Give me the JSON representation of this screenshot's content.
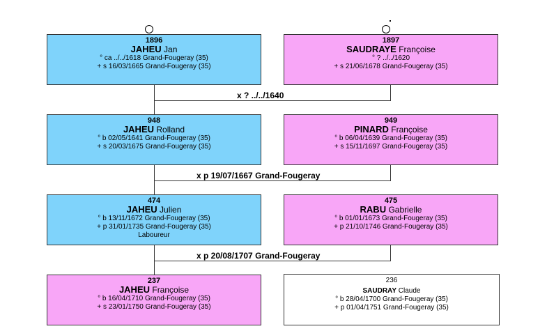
{
  "persons": {
    "p1896": {
      "num": "1896",
      "surname": "JAHEU",
      "given": "Jan",
      "l1": "° ca ../../1618 Grand-Fougeray (35)",
      "l2": "+ s 16/03/1665 Grand-Fougeray (35)"
    },
    "p1897": {
      "num": "1897",
      "surname": "SAUDRAYE",
      "given": "Françoise",
      "l1": "° ? ../../1620",
      "l2": "+ s 21/06/1678 Grand-Fougeray (35)"
    },
    "p948": {
      "num": "948",
      "surname": "JAHEU",
      "given": "Rolland",
      "l1": "° b 02/05/1641 Grand-Fougeray (35)",
      "l2": "+ s 20/03/1675 Grand-Fougeray (35)"
    },
    "p949": {
      "num": "949",
      "surname": "PINARD",
      "given": "Françoise",
      "l1": "° b 06/04/1639 Grand-Fougeray (35)",
      "l2": "+ s 15/11/1697 Grand-Fougeray (35)"
    },
    "p474": {
      "num": "474",
      "surname": "JAHEU",
      "given": "Julien",
      "l1": "° b 13/11/1672 Grand-Fougeray (35)",
      "l2": "+ p 31/01/1735 Grand-Fougeray (35)",
      "l3": "Laboureur"
    },
    "p475": {
      "num": "475",
      "surname": "RABU",
      "given": "Gabrielle",
      "l1": "° b 01/01/1673 Grand-Fougeray (35)",
      "l2": "+ p 21/10/1746 Grand-Fougeray (35)"
    },
    "p237": {
      "num": "237",
      "surname": "JAHEU",
      "given": "Françoise",
      "l1": "° b 16/04/1710 Grand-Fougeray (35)",
      "l2": "+ s 23/01/1750 Grand-Fougeray (35)"
    },
    "p236": {
      "num": "236",
      "surname": "SAUDRAY",
      "given": "Claude",
      "l1": "° b 28/04/1700 Grand-Fougeray (35)",
      "l2": "+ p 01/04/1751 Grand-Fougeray (35)"
    }
  },
  "marriages": {
    "m1": "x ? ../../1640",
    "m2": "x p 19/07/1667 Grand-Fougeray",
    "m3": "x p 20/08/1707 Grand-Fougeray"
  },
  "colors": {
    "male": "#7fd3fb",
    "female": "#f8a6f7",
    "plain": "#ffffff"
  }
}
